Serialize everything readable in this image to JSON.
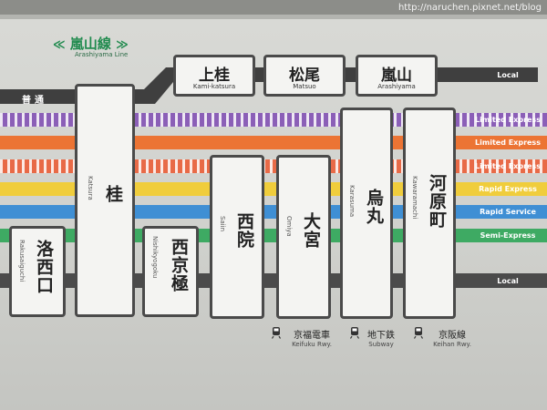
{
  "watermark": "http://naruchen.pixnet.net/blog",
  "line": {
    "name": "嵐山線",
    "name_en": "Arashiyama Line",
    "arrow_left": "≪",
    "arrow_right": "≫"
  },
  "services": {
    "futsu": "普通",
    "local_top": "Local",
    "limited_express_1": "Limited Express",
    "limited_express_2": "Limited Express",
    "limited_express_3": "Limited Express",
    "rapid_express": "Rapid Express",
    "rapid_service": "Rapid Service",
    "semi_express": "Semi-Express",
    "local_bottom": "Local"
  },
  "colors": {
    "limited_express_1": "#8b5fb7",
    "limited_express_2": "#ec7434",
    "limited_express_3": "#e86a47",
    "rapid_express": "#f0cd3c",
    "rapid_service": "#3f8fd4",
    "semi_express": "#3eaa63",
    "local": "#4b4b4b"
  },
  "stations_top": [
    {
      "jp": "上桂",
      "en": "Kami-katsura"
    },
    {
      "jp": "松尾",
      "en": "Matsuo"
    },
    {
      "jp": "嵐山",
      "en": "Arashiyama"
    }
  ],
  "stations_main": [
    {
      "jp": "洛西口",
      "en": "Rakusaiguchi"
    },
    {
      "jp": "桂",
      "en": "Katsura"
    },
    {
      "jp": "西京極",
      "en": "Nishikyogoku"
    },
    {
      "jp": "西院",
      "en": "Saiin"
    },
    {
      "jp": "大宮",
      "en": "Omiya"
    },
    {
      "jp": "烏丸",
      "en": "Karasuma"
    },
    {
      "jp": "河原町",
      "en": "Kawaramachi"
    }
  ],
  "transfers": [
    {
      "jp": "京福電車",
      "en": "Keifuku Rwy."
    },
    {
      "jp": "地下鉄",
      "en": "Subway"
    },
    {
      "jp": "京阪線",
      "en": "Keihan Rwy."
    }
  ]
}
